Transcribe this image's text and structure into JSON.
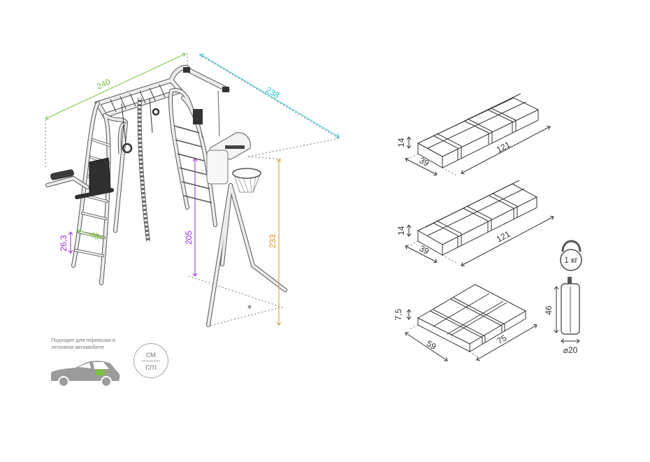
{
  "colors": {
    "width_dim": "#7cc242",
    "depth_dim": "#29c0cf",
    "height_dim": "#9a2bd6",
    "hoop_dim": "#e0962a",
    "ladder_step_dim": "#9a2bd6",
    "ladder_width_dim": "#7cc242",
    "frame": "#e9e9e9",
    "outline": "#555555"
  },
  "frame": {
    "width": "240",
    "depth": "238",
    "height": "205",
    "hoop_height": "233",
    "ladder_step": "26,3",
    "ladder_width": "49"
  },
  "note": {
    "text": "Подходит для перевозки в легковом автомобиле"
  },
  "units": {
    "ru": "см",
    "en": "cm"
  },
  "boxes": [
    {
      "height": "14",
      "width": "39",
      "length": "121"
    },
    {
      "height": "14",
      "width": "39",
      "length": "121"
    },
    {
      "height": "7,5",
      "width": "59",
      "length": "75"
    }
  ],
  "kettlebell": {
    "label": "1 кг",
    "icon": "kettlebell-icon"
  },
  "punching_bag": {
    "height": "46",
    "diameter": "⌀20",
    "icon": "punching-bag-icon"
  },
  "car": {
    "icon": "car-icon"
  }
}
